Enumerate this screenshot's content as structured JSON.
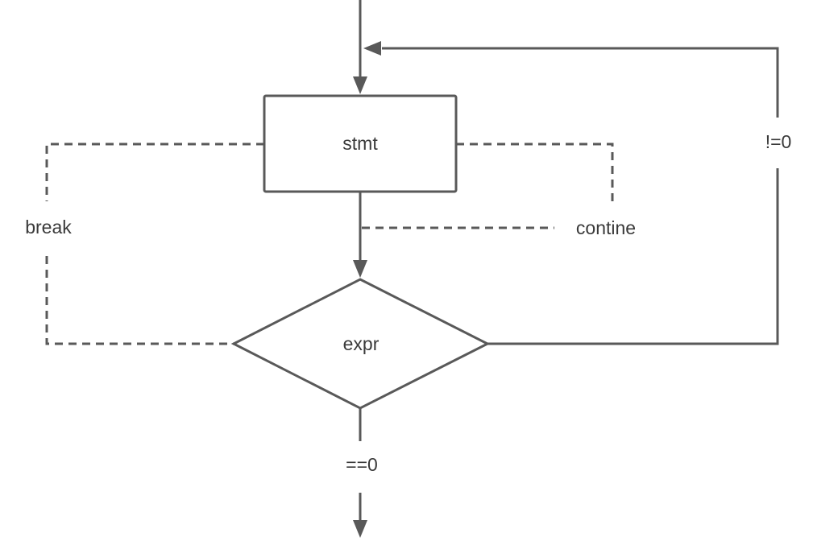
{
  "diagram": {
    "type": "flowchart",
    "colors": {
      "line": "#595959",
      "text": "#3a3a3a",
      "background": "#ffffff"
    },
    "nodes": {
      "stmt": {
        "label": "stmt",
        "shape": "rectangle"
      },
      "expr": {
        "label": "expr",
        "shape": "diamond"
      }
    },
    "edge_labels": {
      "break_label": "break",
      "continue_label": "contine",
      "loop_condition": "!=0",
      "exit_condition": "==0"
    }
  }
}
